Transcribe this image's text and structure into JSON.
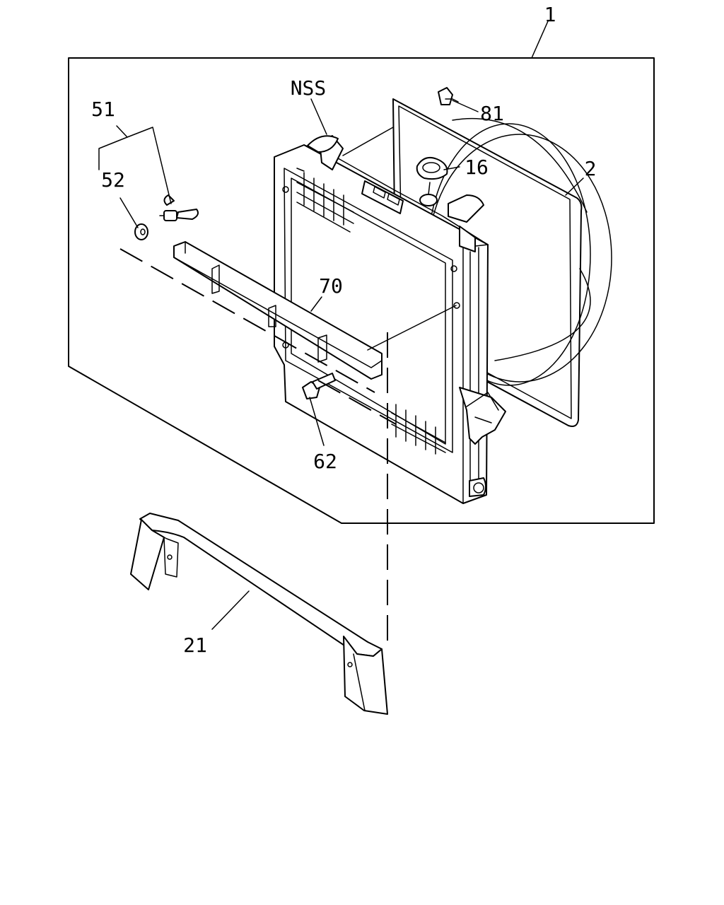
{
  "diagram": {
    "callouts": {
      "assembly": "1",
      "shroud": "2",
      "cap": "16",
      "lower_bracket": "21",
      "wing_bolt": "51",
      "washer": "52",
      "bolt": "62",
      "stay": "70",
      "clip": "81",
      "nss": "NSS"
    }
  }
}
